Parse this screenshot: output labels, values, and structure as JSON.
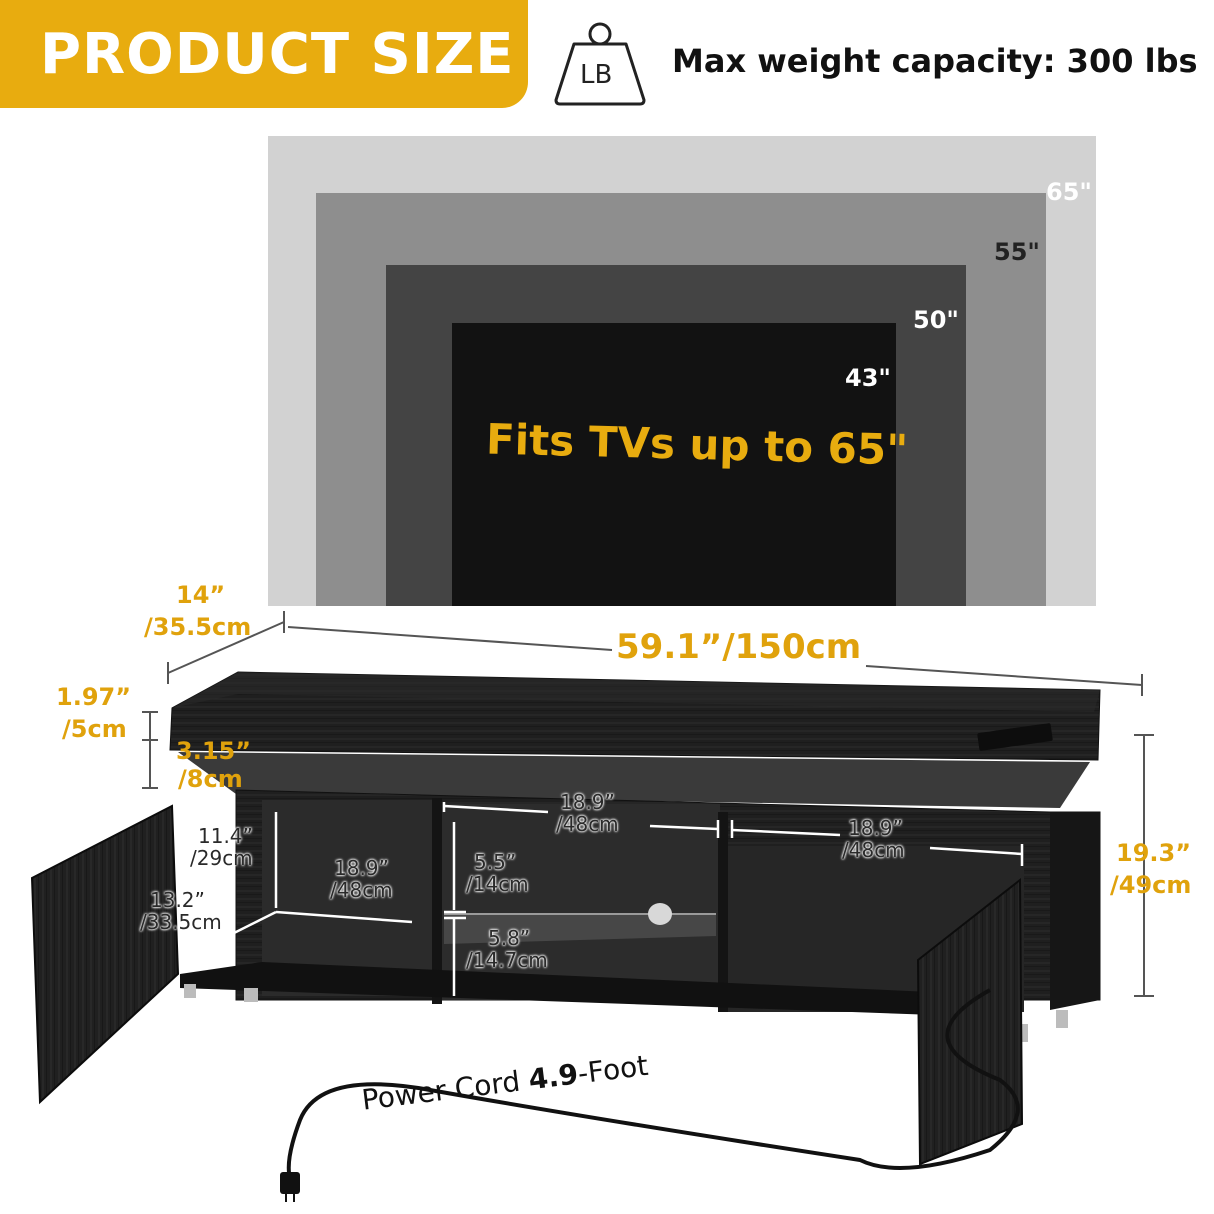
{
  "header": {
    "title": "PRODUCT SIZE",
    "weight_icon_text": "LB",
    "weight_capacity": "Max weight capacity: 300 lbs"
  },
  "tv_sizes": {
    "s65": "65\"",
    "s55": "55\"",
    "s50": "50\"",
    "s43": "43\"",
    "fits": "Fits TVs up to 65\""
  },
  "dimensions": {
    "depth_in": "14”",
    "depth_cm": "/35.5cm",
    "width": "59.1”/150cm",
    "top_in": "1.97”",
    "top_cm": "/5cm",
    "gap_in": "3.15”",
    "gap_cm": "/8cm",
    "height_in": "19.3”",
    "height_cm": "/49cm",
    "mid_width_in": "18.9”",
    "mid_width_cm": "/48cm",
    "right_width_in": "18.9”",
    "right_width_cm": "/48cm",
    "left_height_in": "11.4”",
    "left_height_cm": "/29cm",
    "left_width_in": "18.9”",
    "left_width_cm": "/48cm",
    "left_depth_in": "13.2”",
    "left_depth_cm": "/33.5cm",
    "upper_shelf_in": "5.5”",
    "upper_shelf_cm": "/14cm",
    "lower_shelf_in": "5.8”",
    "lower_shelf_cm": "/14.7cm"
  },
  "power_cord": {
    "prefix": "Power Cord ",
    "length": "4.9",
    "suffix": "-Foot"
  },
  "colors": {
    "accent": "#e8ac0f",
    "stand": "#1e1e1e"
  }
}
